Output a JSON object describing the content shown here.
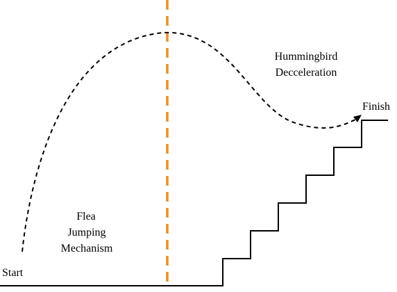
{
  "labels": {
    "start": "Start",
    "finish": "Finish",
    "flea": [
      "Flea",
      "Jumping",
      "Mechanism"
    ],
    "hummingbird": [
      "Hummingbird",
      "Decceleration"
    ]
  },
  "colors": {
    "divider": "#f28c1e",
    "lines": "#000000",
    "background": "#ffffff"
  },
  "elements": {
    "trajectory": "dashed-curve",
    "divider": "vertical-dashed-line",
    "staircase": "stepped-path",
    "arrowhead": "arrow-head"
  }
}
